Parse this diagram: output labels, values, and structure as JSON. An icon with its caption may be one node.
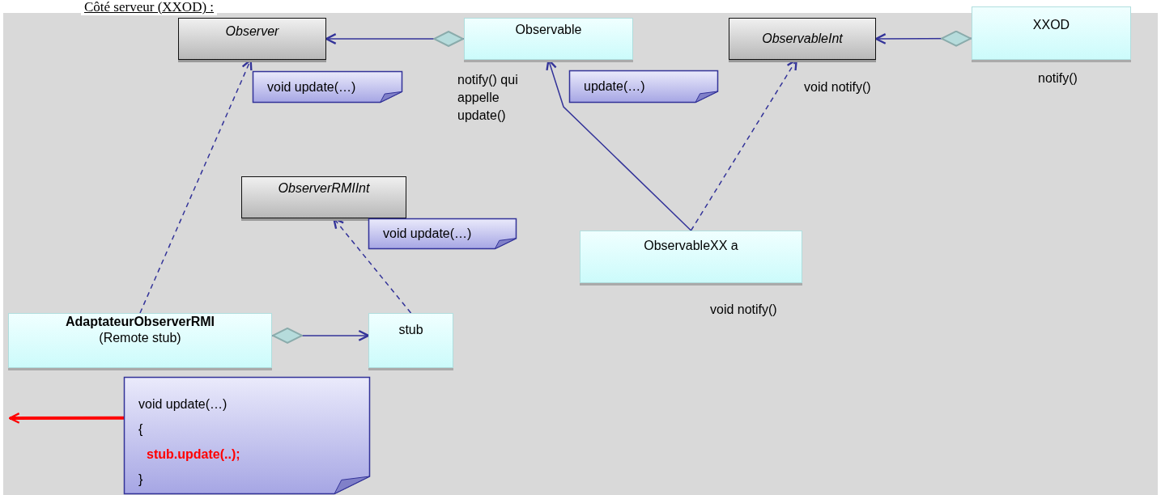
{
  "diagram": {
    "title": "Côté serveur (XXOD) :",
    "nodes": [
      {
        "text": [
          "Observer"
        ]
      },
      {
        "text": [
          "Observable"
        ],
        "beside": [
          "notify() qui appelle update()"
        ]
      },
      {
        "text": [
          "void update(…)"
        ]
      },
      {
        "text": [
          "ObservableInt"
        ],
        "beside": [
          "void notify()"
        ]
      },
      {
        "text": [
          "XXOD"
        ],
        "beside": [
          "notify()"
        ]
      },
      {
        "text": [
          "update(…)"
        ]
      },
      {
        "text": [
          "ObserverRMIInt"
        ]
      },
      {
        "text": [
          "void update(…)"
        ]
      },
      {
        "text": [
          "ObservableXX a"
        ],
        "beside": [
          "void notify()"
        ]
      },
      {
        "text": [
          "AdaptateurObserverRMI",
          "(Remote stub)"
        ]
      },
      {
        "text": [
          "stub"
        ]
      },
      {
        "text": [
          "void update(…)",
          "{",
          "stub.update(..);",
          "}"
        ]
      }
    ],
    "edges": [
      {
        "from": 1,
        "to": 0,
        "arrow": "to"
      },
      {
        "from": 4,
        "to": 3,
        "arrow": "to"
      },
      {
        "from": 9,
        "to": 10,
        "arrow": "to"
      },
      {
        "from": 9,
        "to": 0,
        "arrow": "to",
        "style": "dashed"
      },
      {
        "from": 10,
        "to": 6,
        "arrow": "to",
        "style": "dashed"
      },
      {
        "from": 8,
        "to": 1,
        "arrow": "to"
      },
      {
        "from": 8,
        "to": 3,
        "arrow": "to",
        "style": "dashed"
      },
      {
        "from": 11,
        "to": null,
        "arrow": "to",
        "style": "thick",
        "color": "#ff0000"
      }
    ]
  }
}
